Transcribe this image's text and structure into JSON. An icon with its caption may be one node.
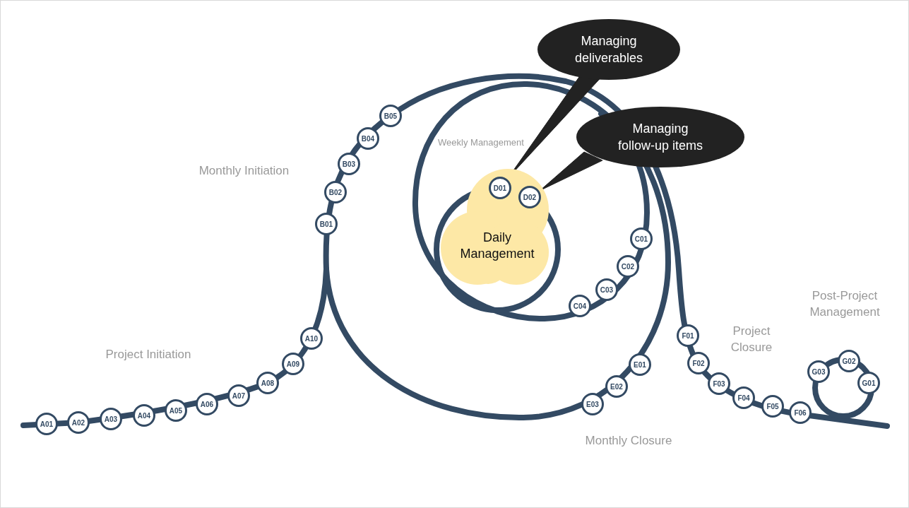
{
  "diagram": {
    "nodes": [
      {
        "text": [
          "A01"
        ]
      },
      {
        "text": [
          "A02"
        ]
      },
      {
        "text": [
          "A03"
        ]
      },
      {
        "text": [
          "A04"
        ]
      },
      {
        "text": [
          "A05"
        ]
      },
      {
        "text": [
          "A06"
        ]
      },
      {
        "text": [
          "A07"
        ]
      },
      {
        "text": [
          "A08"
        ]
      },
      {
        "text": [
          "A09"
        ]
      },
      {
        "text": [
          "A10"
        ]
      },
      {
        "text": [
          "B01"
        ]
      },
      {
        "text": [
          "B02"
        ]
      },
      {
        "text": [
          "B03"
        ]
      },
      {
        "text": [
          "B04"
        ]
      },
      {
        "text": [
          "B05"
        ]
      },
      {
        "text": [
          "C01"
        ]
      },
      {
        "text": [
          "C02"
        ]
      },
      {
        "text": [
          "C03"
        ]
      },
      {
        "text": [
          "C04"
        ]
      },
      {
        "text": [
          "D01"
        ],
        "in": 33
      },
      {
        "text": [
          "D02"
        ],
        "in": 33
      },
      {
        "text": [
          "E01"
        ]
      },
      {
        "text": [
          "E02"
        ]
      },
      {
        "text": [
          "E03"
        ]
      },
      {
        "text": [
          "F01"
        ]
      },
      {
        "text": [
          "F02"
        ]
      },
      {
        "text": [
          "F03"
        ]
      },
      {
        "text": [
          "F04"
        ]
      },
      {
        "text": [
          "F05"
        ]
      },
      {
        "text": [
          "F06"
        ]
      },
      {
        "text": [
          "G01"
        ]
      },
      {
        "text": [
          "G02"
        ]
      },
      {
        "text": [
          "G03"
        ]
      },
      {
        "text": [
          "Daily Management"
        ]
      },
      {
        "text": [
          "Managing deliverables"
        ]
      },
      {
        "text": [
          "Managing follow-up items"
        ]
      }
    ],
    "edges": [
      {
        "from": 34,
        "to": 19,
        "arrow": "none"
      },
      {
        "from": 35,
        "to": 20,
        "arrow": "none"
      }
    ],
    "labels": [
      "Monthly Initiation",
      "Weekly Management",
      "Post-Project Management",
      "Project Initiation",
      "Project Closure",
      "Monthly Closure"
    ]
  }
}
